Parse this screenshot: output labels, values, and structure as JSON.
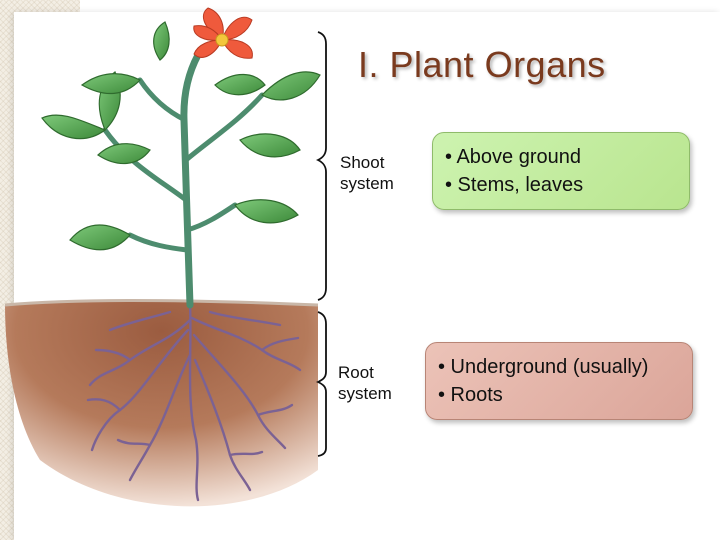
{
  "title": "I. Plant Organs",
  "shoot_system": {
    "label_line1": "Shoot",
    "label_line2": "system",
    "bullets": [
      "• Above ground",
      "• Stems, leaves"
    ]
  },
  "root_system": {
    "label_line1": "Root",
    "label_line2": "system",
    "bullets": [
      "• Underground (usually)",
      "• Roots"
    ]
  },
  "colors": {
    "title": "#7a3a1e",
    "shoot_box": "#c4ec9f",
    "root_box": "#e4b4a8",
    "soil": "#a66a4c",
    "leaf": "#4f9e4a",
    "flower": "#ef5a3c"
  }
}
